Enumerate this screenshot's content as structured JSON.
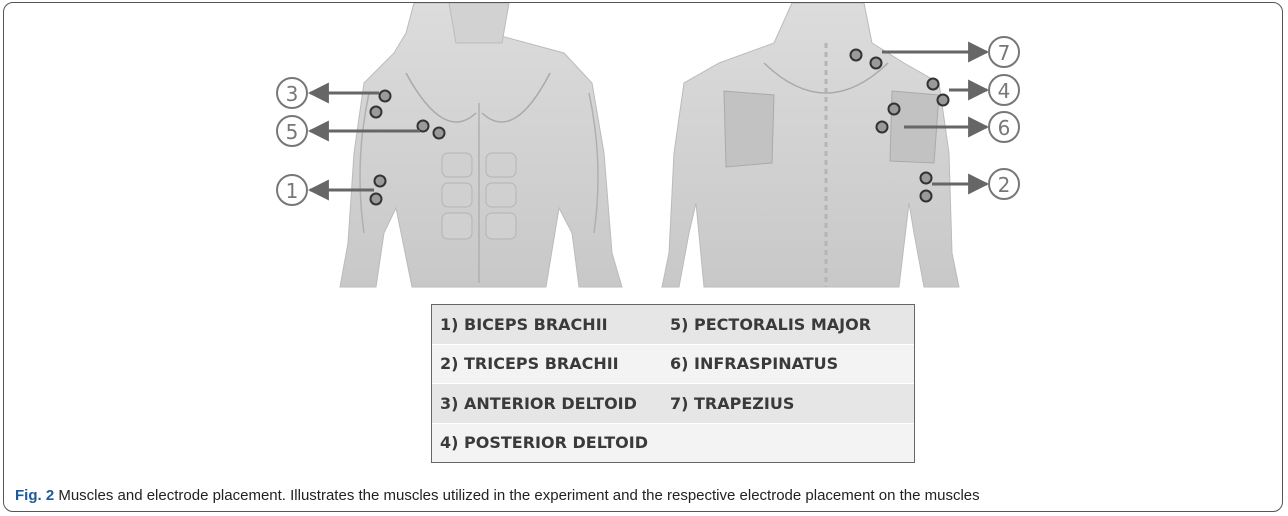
{
  "figure": {
    "markers": [
      {
        "number": "1",
        "muscle": "BICEPS BRACHII"
      },
      {
        "number": "2",
        "muscle": "TRICEPS BRACHII"
      },
      {
        "number": "3",
        "muscle": "ANTERIOR DELTOID"
      },
      {
        "number": "4",
        "muscle": "POSTERIOR DELTOID"
      },
      {
        "number": "5",
        "muscle": "PECTORALIS MAJOR"
      },
      {
        "number": "6",
        "muscle": "INFRASPINATUS"
      },
      {
        "number": "7",
        "muscle": "TRAPEZIUS"
      }
    ],
    "legend_rows": [
      {
        "left": "1) BICEPS BRACHII",
        "right": "5) PECTORALIS MAJOR"
      },
      {
        "left": "2) TRICEPS BRACHII",
        "right": "6) INFRASPINATUS"
      },
      {
        "left": "3) ANTERIOR DELTOID",
        "right": "7) TRAPEZIUS"
      },
      {
        "left": "4) POSTERIOR DELTOID",
        "right": ""
      }
    ],
    "caption": {
      "label": "Fig. 2",
      "text": " Muscles and electrode placement. Illustrates the muscles utilized in the experiment and the respective electrode placement on the muscles"
    },
    "colors": {
      "arrow": "#666666",
      "electrode_fill": "#9a9a9a",
      "electrode_stroke": "#333333",
      "caption_label": "#1a5a9a"
    }
  }
}
